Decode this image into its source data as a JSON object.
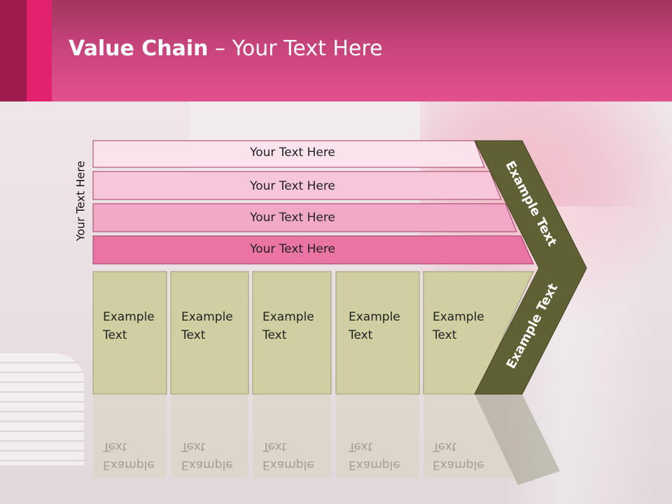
{
  "slide": {
    "title_bold": "Value Chain",
    "title_rest": " – Your Text Here",
    "side_label": "Your Text Here"
  },
  "rows": [
    {
      "label": "Your Text Here",
      "fill": "#fbe3ee"
    },
    {
      "label": "Your Text Here",
      "fill": "#f7c6da"
    },
    {
      "label": "Your Text Here",
      "fill": "#f2a9c7"
    },
    {
      "label": "Your Text Here",
      "fill": "#ea74a3"
    }
  ],
  "boxes": [
    {
      "line1": "Example",
      "line2": "Text"
    },
    {
      "line1": "Example",
      "line2": "Text"
    },
    {
      "line1": "Example",
      "line2": "Text"
    },
    {
      "line1": "Example",
      "line2": "Text"
    },
    {
      "line1": "Example",
      "line2": "Text"
    }
  ],
  "chevron": {
    "upper_label": "Example Text",
    "lower_label": "Example Text"
  },
  "colors": {
    "header": "#e3508f",
    "box_fill": "#cfcfa2",
    "chevron_fill": "#5f6134"
  }
}
